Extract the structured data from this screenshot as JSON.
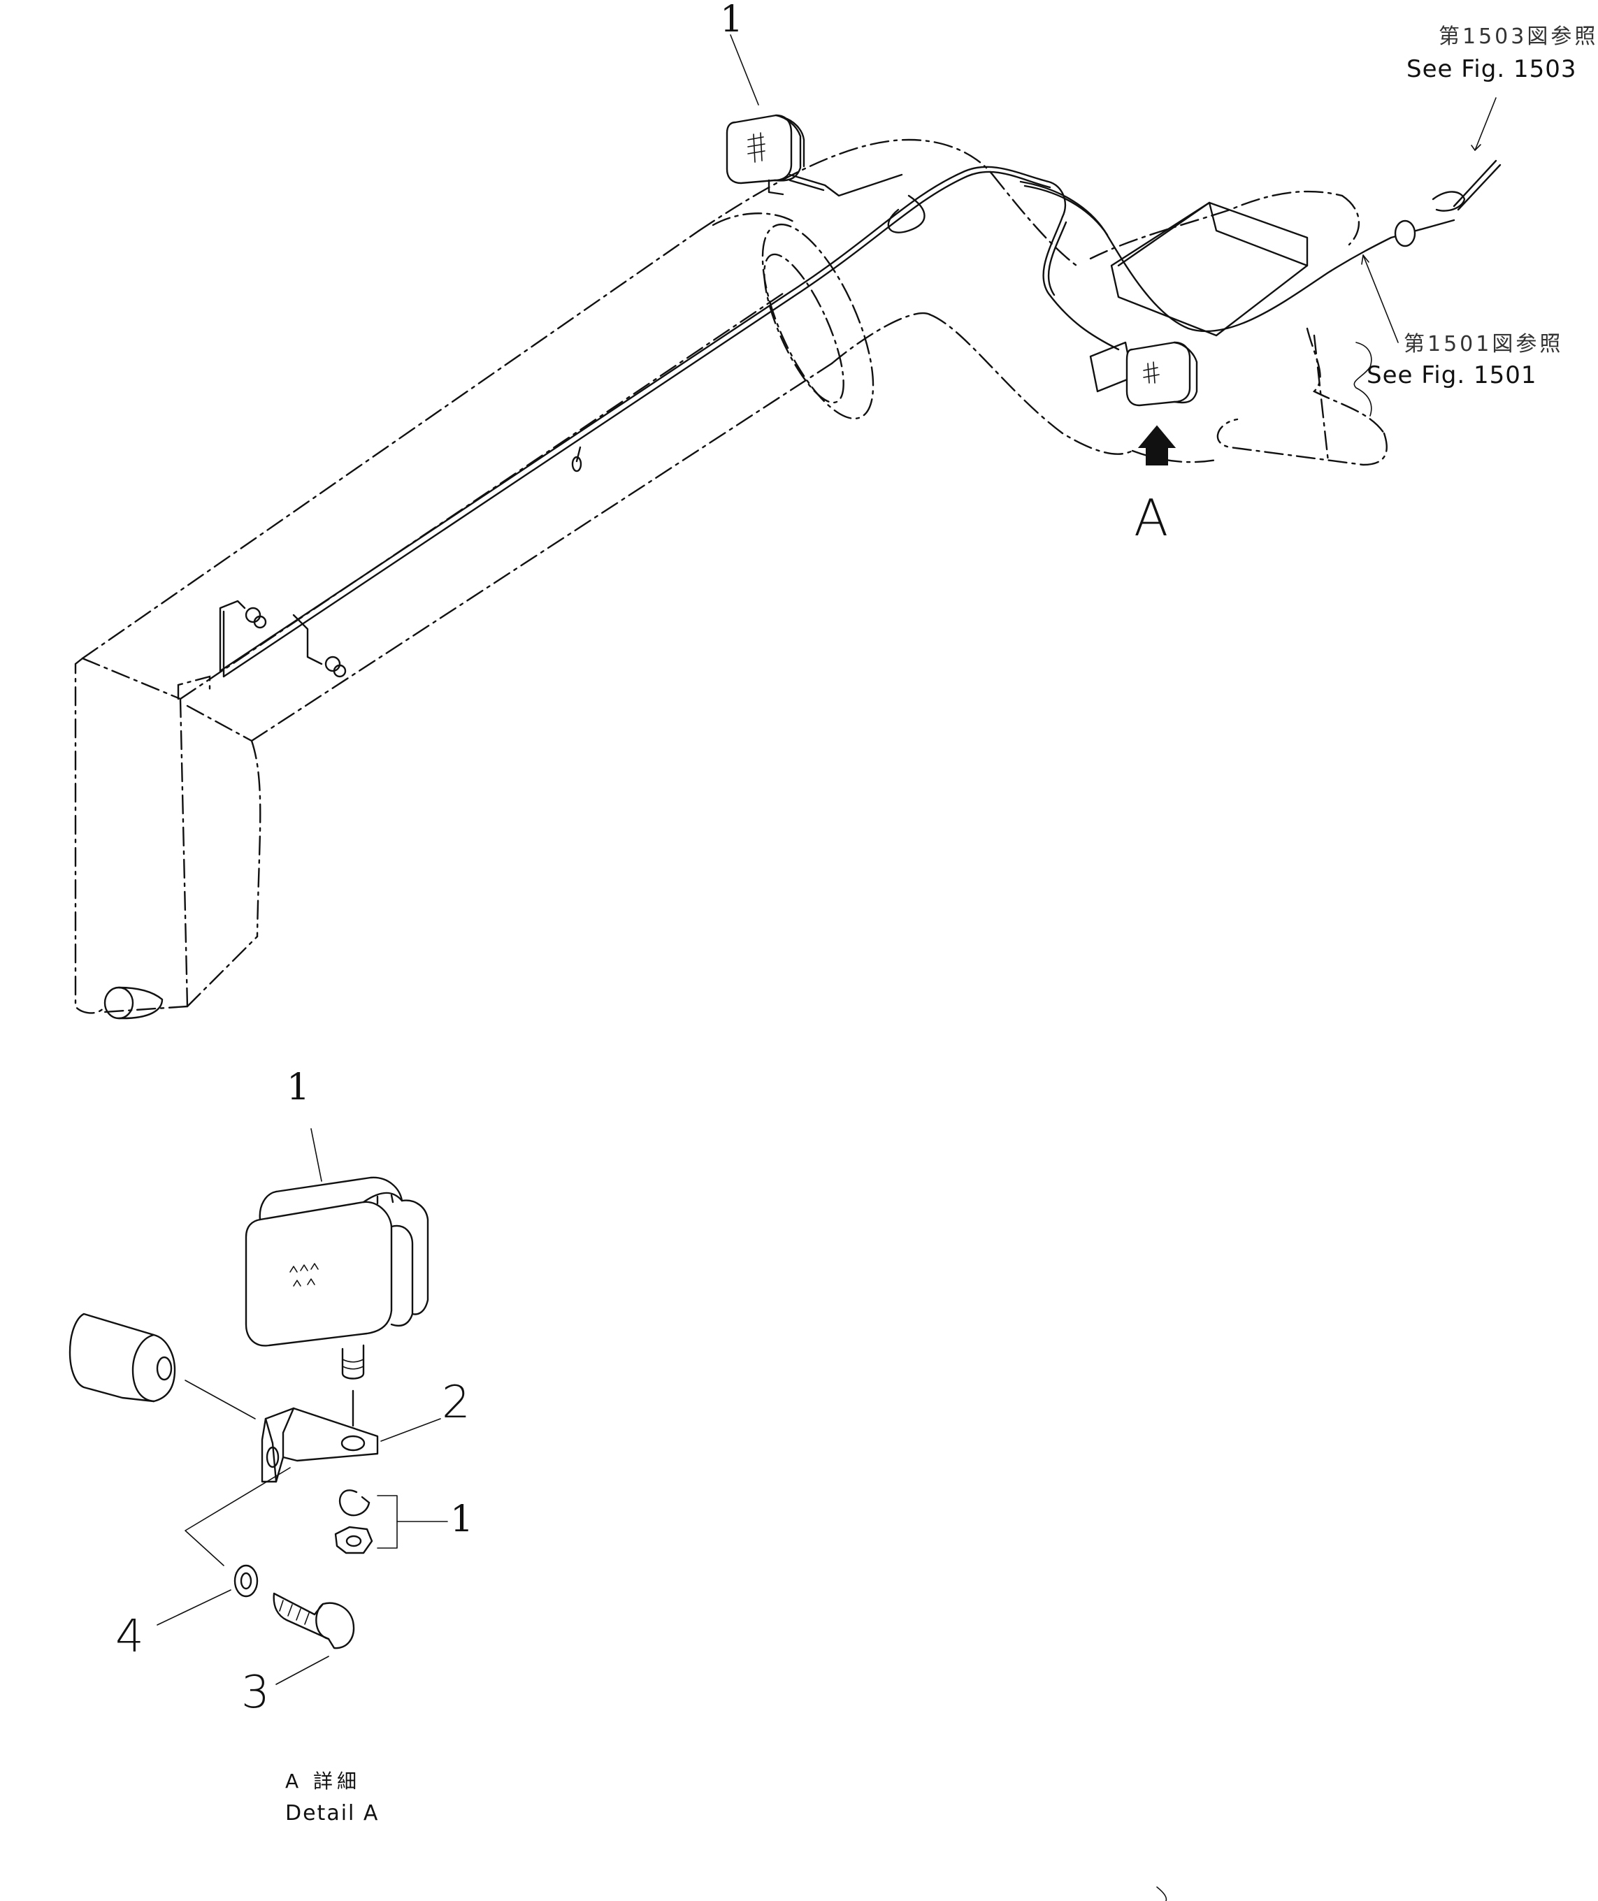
{
  "callouts": {
    "lamp_top": "1",
    "lamp_detail": "1",
    "bracket": "2",
    "bolt": "3",
    "washer": "4",
    "nut_group": "1"
  },
  "view_arrow": {
    "letter": "A"
  },
  "references": {
    "fig1503": {
      "jp": "第1503図参照",
      "en": "See Fig. 1503"
    },
    "fig1501": {
      "jp": "第1501図参照",
      "en": "See Fig. 1501"
    }
  },
  "detail": {
    "jp": "A 詳細",
    "en": "Detail A"
  },
  "colors": {
    "line": "#111111",
    "background": "#ffffff"
  }
}
